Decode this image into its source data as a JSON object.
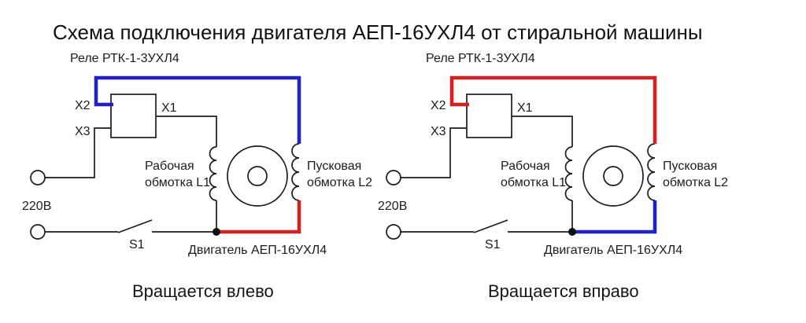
{
  "title": "Схема подключения двигателя АЕП-16УХЛ4 от стиральной машины",
  "colors": {
    "wire_blue": "#2121c4",
    "wire_red": "#d32222",
    "line_black": "#1c1c1c"
  },
  "diagrams": [
    {
      "relay_label": "Реле РТК-1-3УХЛ4",
      "x2_label": "X2",
      "x3_label": "X3",
      "x1_label": "X1",
      "main_winding_label": "Рабочая\nобмотка L1",
      "start_winding_label": "Пусковая\nобмотка L2",
      "voltage_label": "220В",
      "switch_label": "S1",
      "motor_label": "Двигатель АЕП-16УХЛ4",
      "caption": "Вращается влево",
      "top_wire_color": "#2121c4",
      "bottom_wire_color": "#d32222"
    },
    {
      "relay_label": "Реле РТК-1-3УХЛ4",
      "x2_label": "X2",
      "x3_label": "X3",
      "x1_label": "X1",
      "main_winding_label": "Рабочая\nобмотка L1",
      "start_winding_label": "Пусковая\nобмотка L2",
      "voltage_label": "220В",
      "switch_label": "S1",
      "motor_label": "Двигатель АЕП-16УХЛ4",
      "caption": "Вращается вправо",
      "top_wire_color": "#d32222",
      "bottom_wire_color": "#2121c4"
    }
  ]
}
